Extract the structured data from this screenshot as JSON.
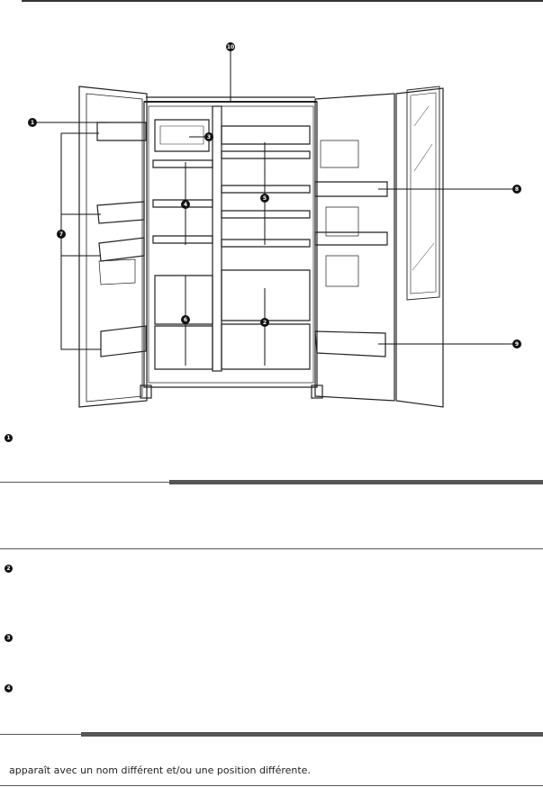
{
  "page": {
    "footnote": "apparaît avec un nom différent et/ou une position différente."
  },
  "diagram": {
    "callouts": [
      "10",
      "1",
      "7",
      "3",
      "4",
      "5",
      "6",
      "2",
      "8",
      "9"
    ]
  },
  "list_markers": [
    "1",
    "2",
    "3",
    "4"
  ]
}
